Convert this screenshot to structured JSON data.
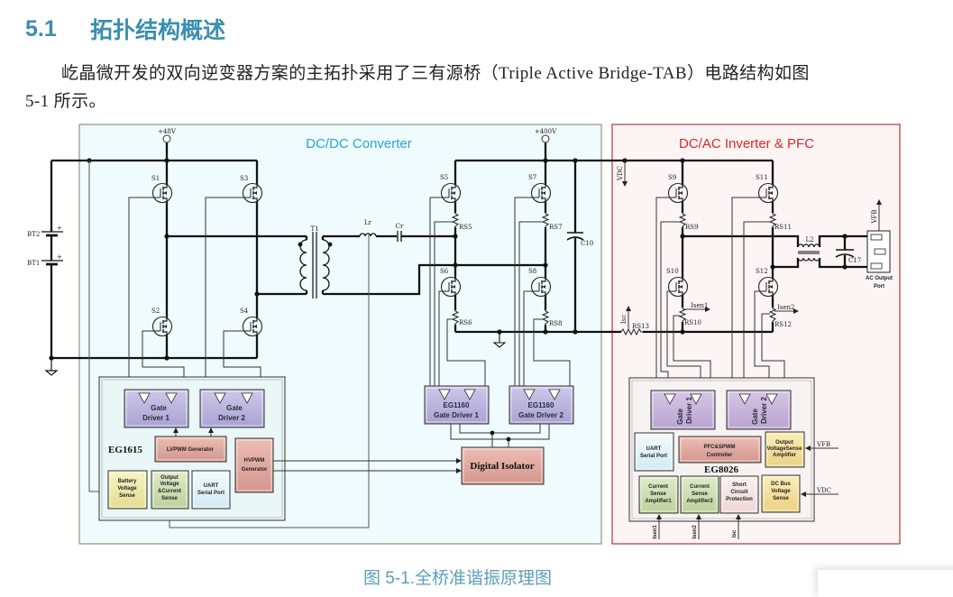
{
  "heading": {
    "number": "5.1",
    "title": "拓扑结构概述"
  },
  "paragraph": {
    "line1": "屹晶微开发的双向逆变器方案的主拓扑采用了三有源桥（Triple Active Bridge-TAB）电路结构如图",
    "line2": "5-1 所示。"
  },
  "caption": "图 5-1.全桥准谐振原理图",
  "colors": {
    "heading": "#3a8fae",
    "caption": "#5b9fba",
    "dcdc_title": "#29a3d8",
    "dcac_title": "#e0262a",
    "dcdc_panel_bg": "#effbfc",
    "dcac_panel_bg": "#fdf4f4"
  },
  "diagram": {
    "dcdc_title": "DC/DC Converter",
    "dcac_title": "DC/AC Inverter & PFC",
    "rail_48v": "+48V",
    "rail_400v": "+400V",
    "batteries": [
      "BT2",
      "BT1"
    ],
    "battery_plus": "+",
    "switches": [
      "S1",
      "S2",
      "S3",
      "S4",
      "S5",
      "S6",
      "S7",
      "S8",
      "S9",
      "S10",
      "S11",
      "S12"
    ],
    "resistors": [
      "RS5",
      "RS6",
      "RS7",
      "RS8",
      "RS9",
      "RS10",
      "RS11",
      "RS12",
      "RS13"
    ],
    "transformer": "T1",
    "resonant_inductor": "Lr",
    "resonant_capacitor": "Cr",
    "bus_capacitor": "C10",
    "output_inductor": "L2",
    "output_capacitor": "C17",
    "signals": {
      "vdc": "VDC",
      "vfb": "VFB",
      "isen1": "Isen1",
      "isen2": "Isen2",
      "isc": "Isc"
    },
    "ac_port": [
      "AC Output",
      "Port"
    ],
    "eg1615": {
      "chip": "EG1615",
      "gate_driver_1": [
        "Gate",
        "Driver 1"
      ],
      "gate_driver_2": [
        "Gate",
        "Driver 2"
      ],
      "lvpwm": "LVPWM Generator",
      "hvpwm": [
        "HVPWM",
        "Generator"
      ],
      "battery_sense": [
        "Battery",
        "Voltage",
        "Sense"
      ],
      "output_sense": [
        "Output",
        "Voltage",
        "&Current",
        "Sense"
      ],
      "uart": [
        "UART",
        "Serial Port"
      ]
    },
    "eg1160": {
      "driver_1": [
        "EG1160",
        "Gate Driver 1"
      ],
      "driver_2": [
        "EG1160",
        "Gate Driver 2"
      ]
    },
    "isolator": "Digital Isolator",
    "eg8026": {
      "chip": "EG8026",
      "gate_driver_1": [
        "Gate",
        "Driver 1"
      ],
      "gate_driver_2": [
        "Gate",
        "Driver 2"
      ],
      "uart": [
        "UART",
        "Serial Port"
      ],
      "controller": [
        "PFC&SPWM",
        "Controller"
      ],
      "output_amp": [
        "Output",
        "VoltageSense",
        "Amplifier"
      ],
      "current_amp_1": [
        "Current",
        "Sense",
        "Amplifier1"
      ],
      "current_amp_2": [
        "Current",
        "Sense",
        "Amplifier2"
      ],
      "short_circuit": [
        "Short",
        "Circuit",
        "Protection"
      ],
      "dc_bus_sense": [
        "DC Bus",
        "Voltage",
        "Sense"
      ],
      "input_vfb": "VFB",
      "input_vdc": "VDC",
      "input_isen1": "Isen1",
      "input_isen2": "Isen2",
      "input_isc": "Isc"
    }
  }
}
